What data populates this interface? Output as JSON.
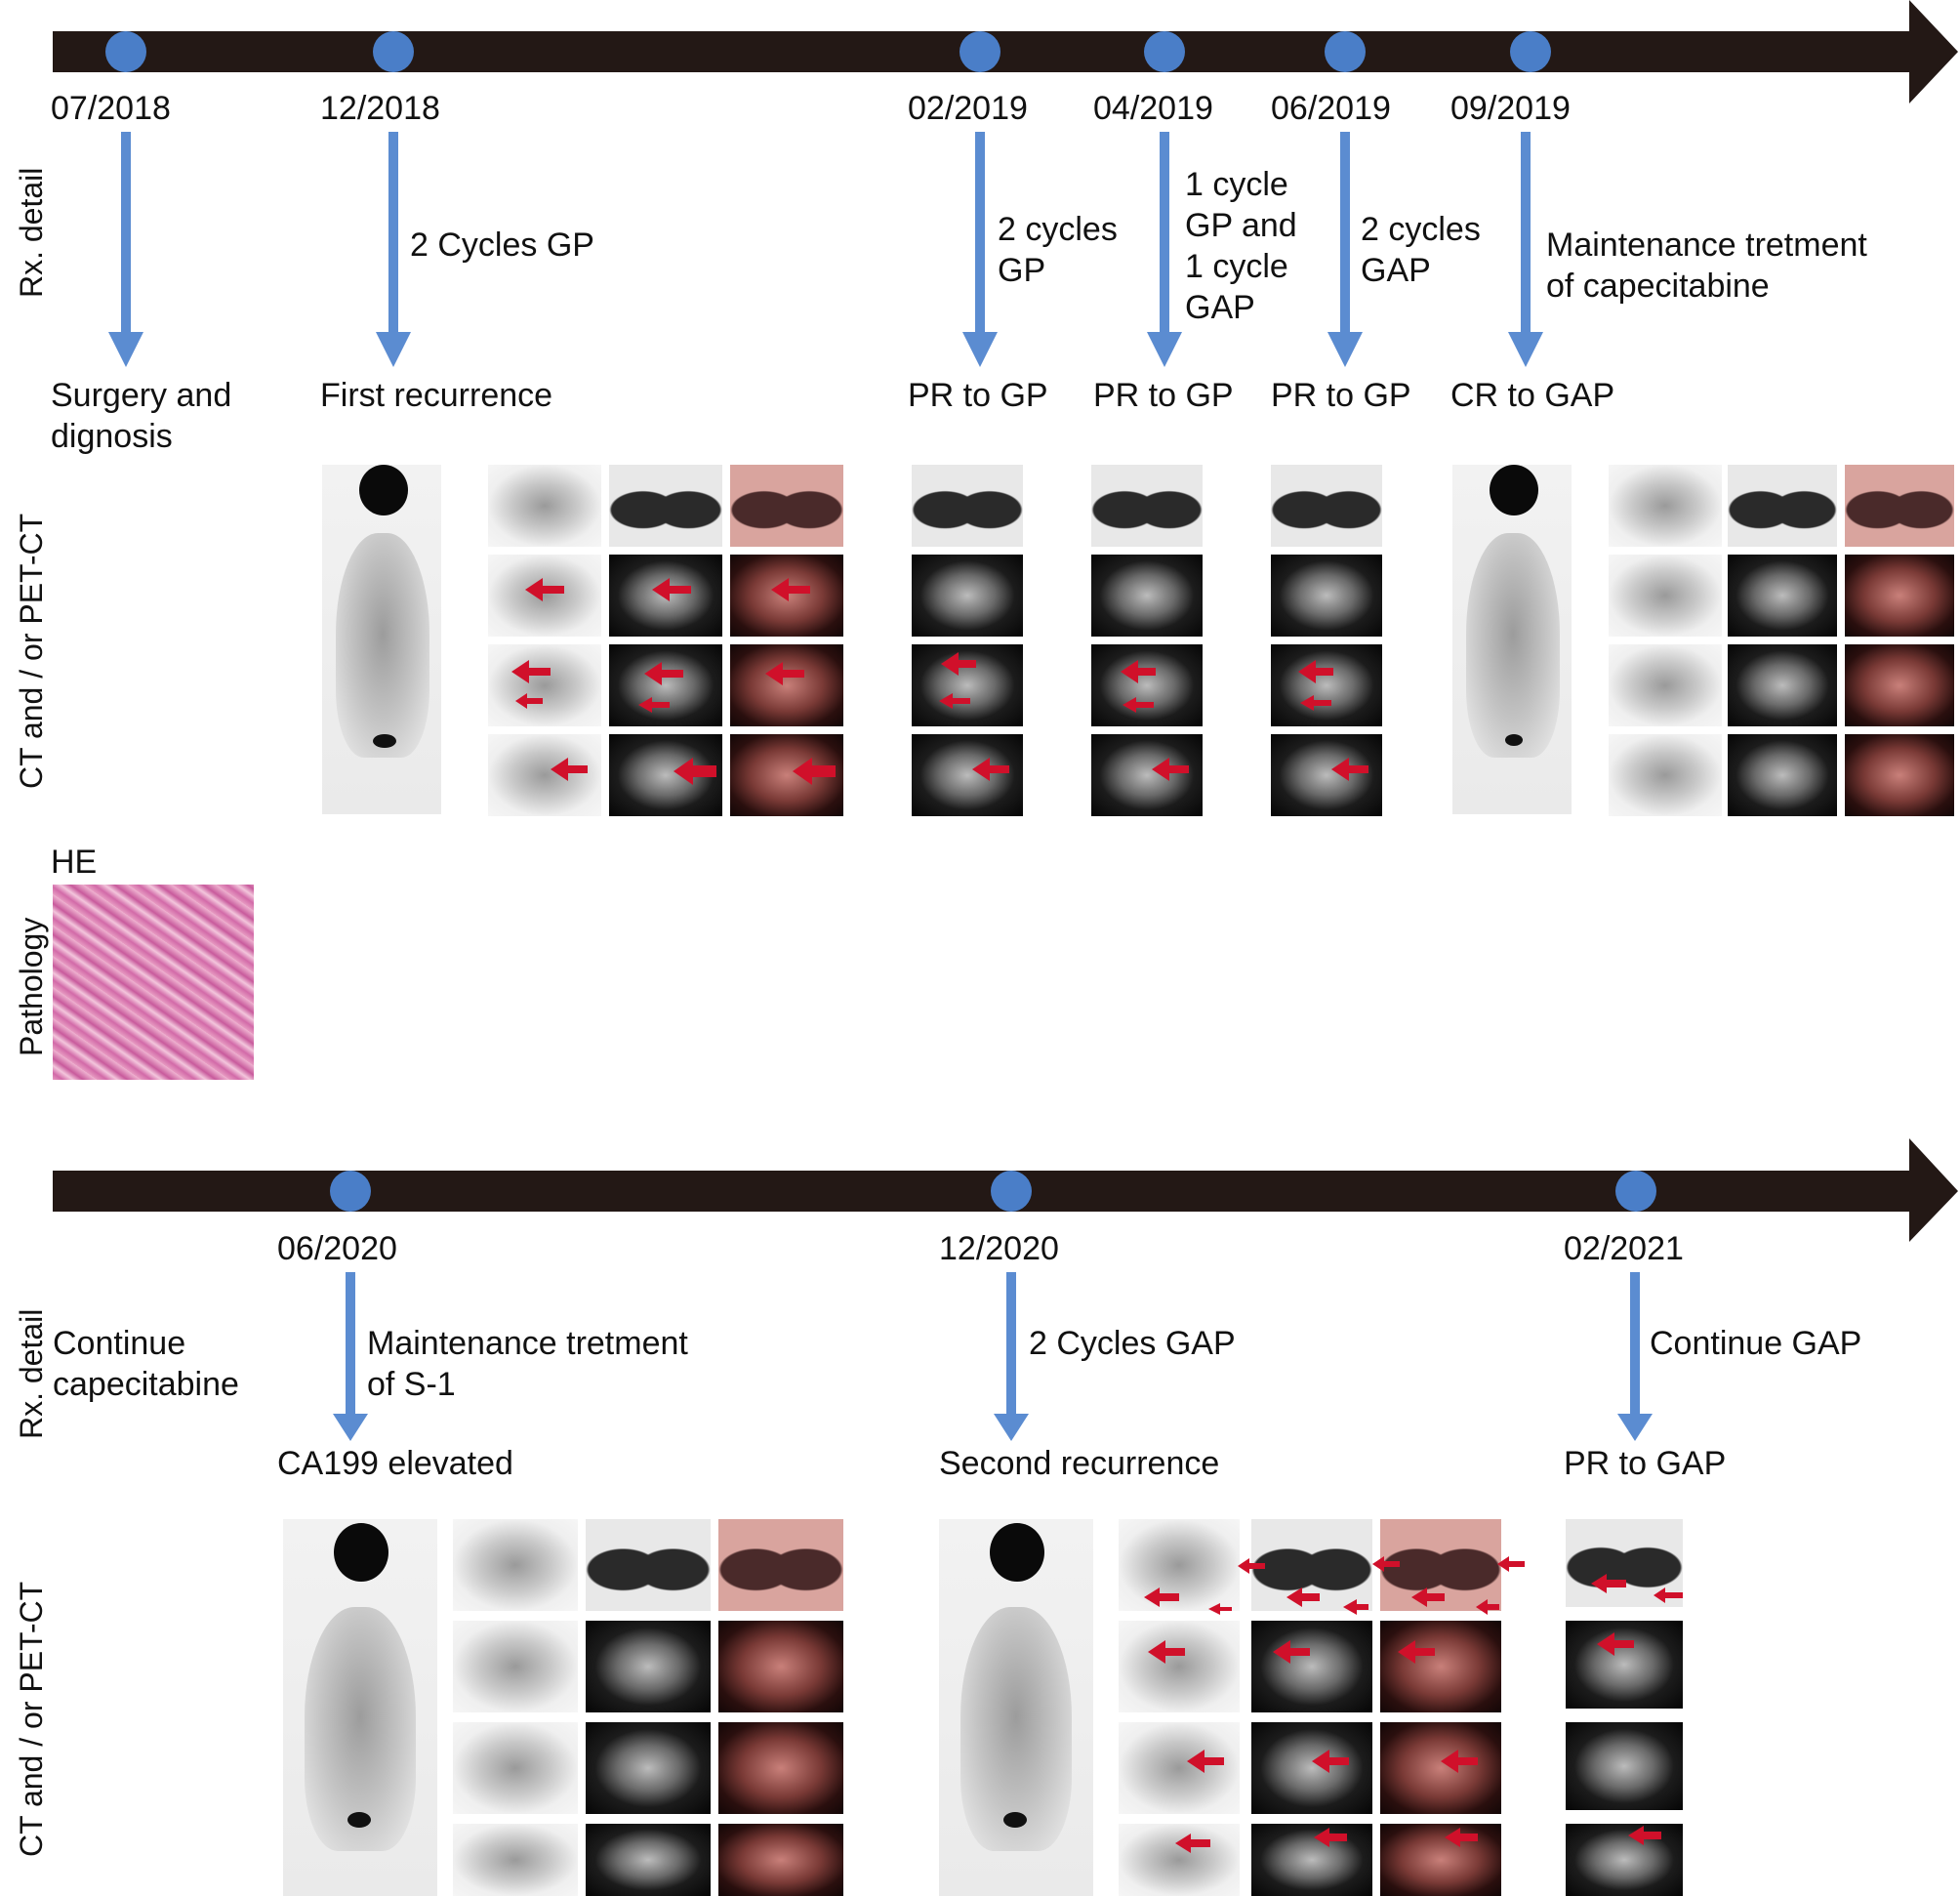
{
  "colors": {
    "timeline": "#231815",
    "marker": "#4a7ec8",
    "pointer": "#5b8cd1",
    "lesion_arrow": "#d0102a"
  },
  "row_labels": {
    "rx_detail": "Rx. detail",
    "imaging": "CT and / or PET-CT",
    "pathology": "Pathology"
  },
  "timeline1": {
    "events": [
      {
        "date": "07/2018",
        "rx": [],
        "outcome": [
          "Surgery and",
          "dignosis"
        ]
      },
      {
        "date": "12/2018",
        "rx": [
          "2 Cycles GP"
        ],
        "outcome": [
          "First recurrence"
        ]
      },
      {
        "date": "02/2019",
        "rx": [
          "2 cycles",
          "GP"
        ],
        "outcome": [
          "PR to GP"
        ]
      },
      {
        "date": "04/2019",
        "rx": [
          "1 cycle",
          "GP and",
          "1 cycle",
          "GAP"
        ],
        "outcome": [
          "PR to GP"
        ]
      },
      {
        "date": "06/2019",
        "rx": [
          "2 cycles",
          "GAP"
        ],
        "outcome": [
          "PR to GP"
        ]
      },
      {
        "date": "09/2019",
        "rx": [
          "Maintenance tretment",
          "of capecitabine"
        ],
        "outcome": [
          "CR to GAP"
        ]
      }
    ]
  },
  "pathology": {
    "stain": "HE"
  },
  "timeline2": {
    "pre_note": [
      "Continue",
      "capecitabine"
    ],
    "events": [
      {
        "date": "06/2020",
        "rx": [
          "Maintenance tretment",
          "of S-1"
        ],
        "outcome": [
          "CA199 elevated"
        ]
      },
      {
        "date": "12/2020",
        "rx": [
          "2 Cycles GAP"
        ],
        "outcome": [
          "Second recurrence"
        ]
      },
      {
        "date": "02/2021",
        "rx": [
          "Continue GAP"
        ],
        "outcome": [
          "PR to GAP"
        ]
      }
    ]
  }
}
